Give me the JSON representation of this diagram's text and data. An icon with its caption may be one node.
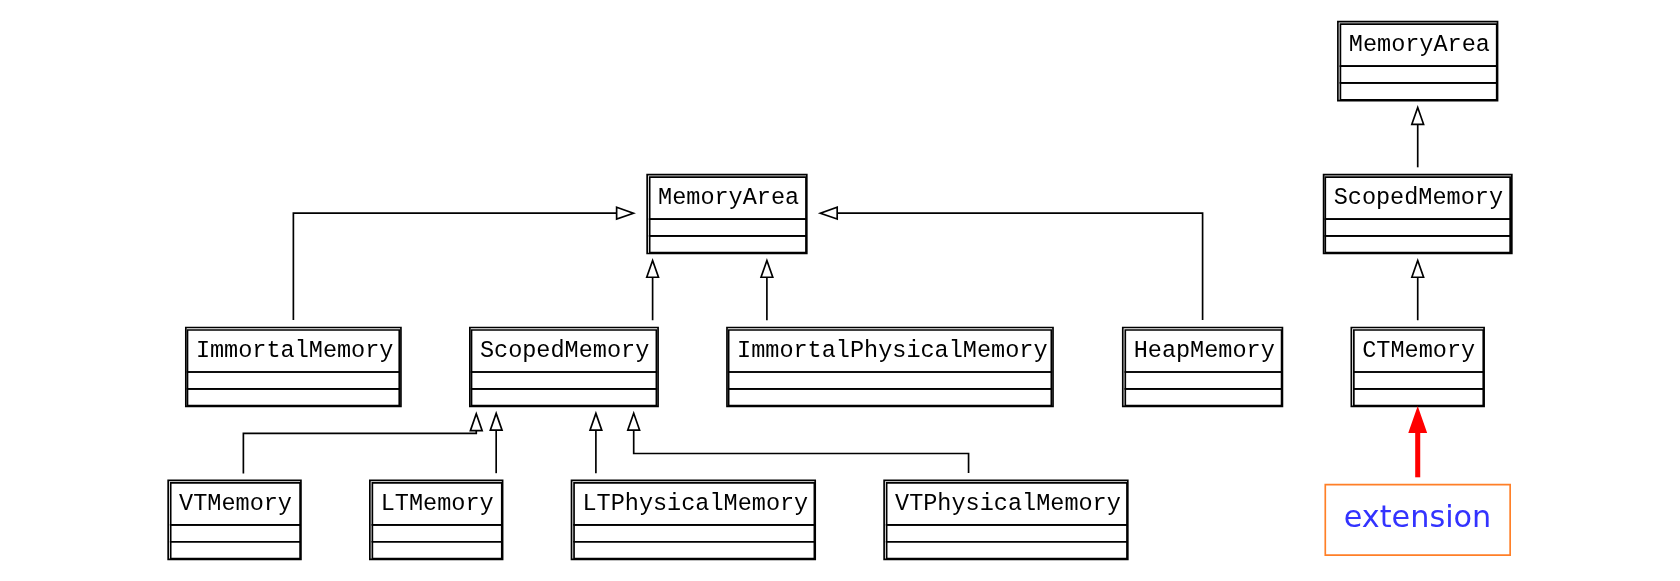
{
  "diagram": {
    "nodes": [
      {
        "text": [
          "MemoryArea"
        ]
      },
      {
        "text": [
          "ImmortalMemory"
        ]
      },
      {
        "text": [
          "ScopedMemory"
        ]
      },
      {
        "text": [
          "ImmortalPhysicalMemory"
        ]
      },
      {
        "text": [
          "HeapMemory"
        ]
      },
      {
        "text": [
          "VTMemory"
        ]
      },
      {
        "text": [
          "LTMemory"
        ]
      },
      {
        "text": [
          "LTPhysicalMemory"
        ]
      },
      {
        "text": [
          "VTPhysicalMemory"
        ]
      },
      {
        "text": [
          "MemoryArea"
        ]
      },
      {
        "text": [
          "ScopedMemory"
        ]
      },
      {
        "text": [
          "CTMemory"
        ]
      },
      {
        "text": [
          "extension"
        ]
      }
    ],
    "edges": [
      {
        "from": 1,
        "to": 0,
        "arrow": "to"
      },
      {
        "from": 2,
        "to": 0,
        "arrow": "to"
      },
      {
        "from": 3,
        "to": 0,
        "arrow": "to"
      },
      {
        "from": 4,
        "to": 0,
        "arrow": "to"
      },
      {
        "from": 5,
        "to": 2,
        "arrow": "to"
      },
      {
        "from": 6,
        "to": 2,
        "arrow": "to"
      },
      {
        "from": 7,
        "to": 2,
        "arrow": "to"
      },
      {
        "from": 8,
        "to": 2,
        "arrow": "to"
      },
      {
        "from": 10,
        "to": 9,
        "arrow": "to"
      },
      {
        "from": 11,
        "to": 10,
        "arrow": "to"
      },
      {
        "from": 12,
        "to": 11,
        "arrow": "to",
        "style": "thick",
        "color": "#ff0000"
      }
    ]
  }
}
